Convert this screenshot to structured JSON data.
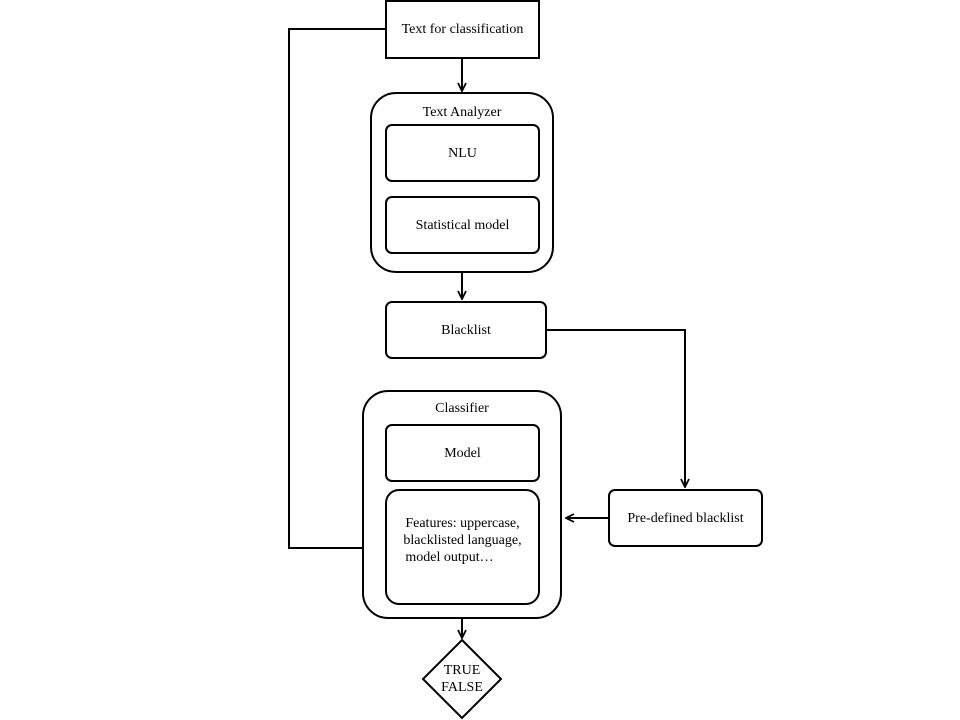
{
  "diagram": {
    "input_node": "Text for classification",
    "text_analyzer": {
      "title": "Text Analyzer",
      "items": [
        "NLU",
        "Statistical model"
      ]
    },
    "blacklist_node": "Blacklist",
    "classifier": {
      "title": "Classifier",
      "model_label": "Model",
      "features_lines": [
        "Features: uppercase,",
        "blacklisted language,",
        "model output…"
      ]
    },
    "predefined_blacklist": "Pre-defined blacklist",
    "decision": {
      "line1": "TRUE",
      "line2": "FALSE"
    }
  }
}
